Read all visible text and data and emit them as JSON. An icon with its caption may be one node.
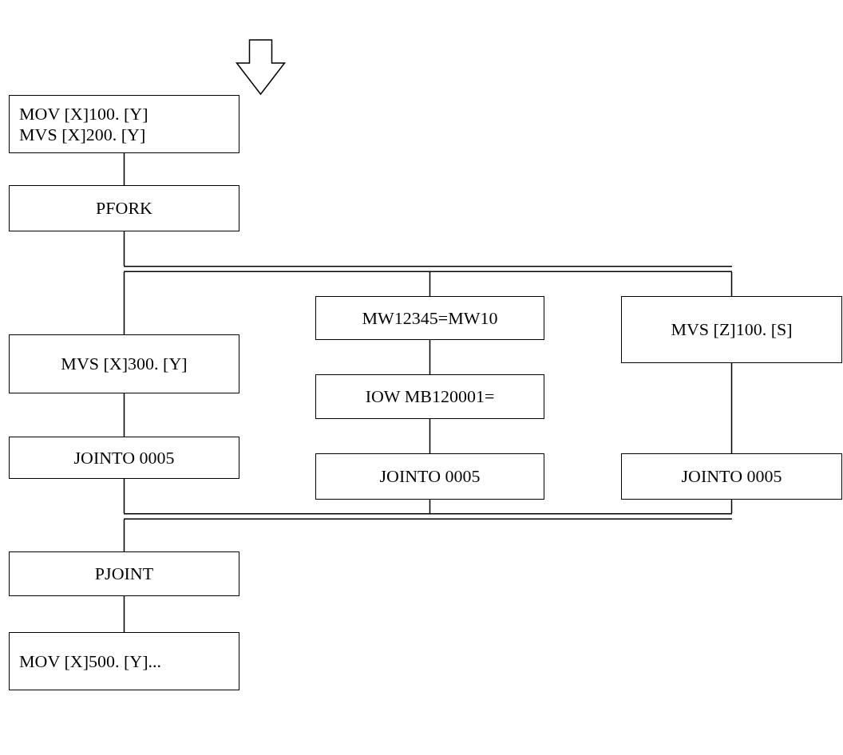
{
  "diagram": {
    "nodes": [
      {
        "text": [
          "MOV [X]100. [Y] MVS [X]200. [Y]"
        ]
      },
      {
        "text": [
          "PFORK"
        ]
      },
      {
        "text": [],
        "shape": "bar"
      },
      {
        "text": [
          "MVS [X]300. [Y]"
        ]
      },
      {
        "text": [
          "JOINTO 0005"
        ]
      },
      {
        "text": [
          "MW12345=MW10"
        ]
      },
      {
        "text": [
          "IOW MB120001="
        ]
      },
      {
        "text": [
          "JOINTO 0005"
        ]
      },
      {
        "text": [
          "MVS [Z]100. [S]"
        ]
      },
      {
        "text": [
          "JOINTO 0005"
        ]
      },
      {
        "text": [],
        "shape": "bar"
      },
      {
        "text": [
          "PJOINT"
        ]
      },
      {
        "text": [
          "MOV [X]500. [Y]..."
        ]
      }
    ],
    "edges": [
      {
        "from": null,
        "to": 0,
        "arrow": "to",
        "style": "thick"
      },
      {
        "from": 0,
        "to": 1,
        "arrow": "none"
      },
      {
        "from": 1,
        "to": 2,
        "arrow": "none"
      },
      {
        "from": 2,
        "to": 3,
        "arrow": "none"
      },
      {
        "from": 3,
        "to": 4,
        "arrow": "none"
      },
      {
        "from": 2,
        "to": 5,
        "arrow": "none"
      },
      {
        "from": 5,
        "to": 6,
        "arrow": "none"
      },
      {
        "from": 6,
        "to": 7,
        "arrow": "none"
      },
      {
        "from": 2,
        "to": 8,
        "arrow": "none"
      },
      {
        "from": 8,
        "to": 9,
        "arrow": "none"
      },
      {
        "from": 4,
        "to": 10,
        "arrow": "none"
      },
      {
        "from": 7,
        "to": 10,
        "arrow": "none"
      },
      {
        "from": 9,
        "to": 10,
        "arrow": "none"
      },
      {
        "from": 10,
        "to": 11,
        "arrow": "none"
      },
      {
        "from": 11,
        "to": 12,
        "arrow": "none"
      }
    ]
  }
}
